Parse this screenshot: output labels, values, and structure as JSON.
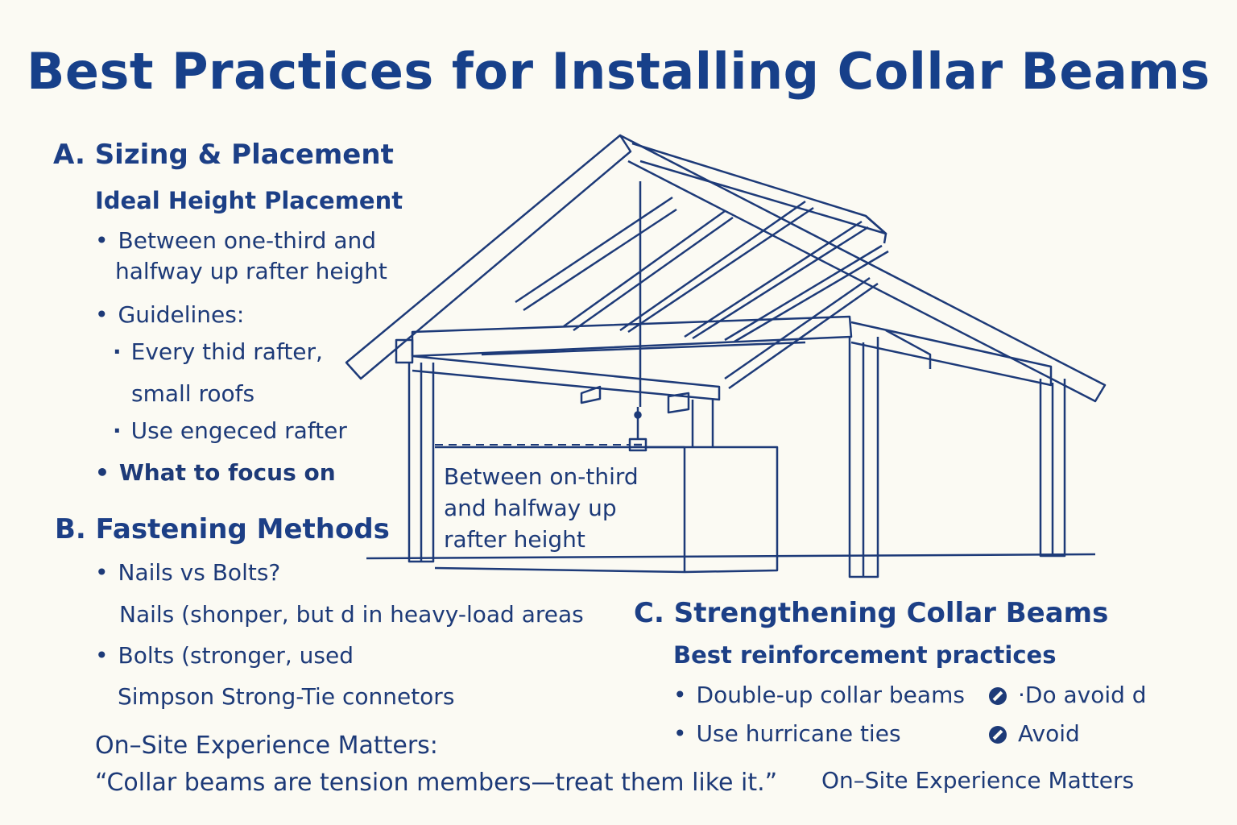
{
  "title": "Best Practices for Installing Collar Beams",
  "section_a": {
    "heading": "A. Sizing & Placement",
    "subheading": "Ideal Height Placement",
    "bullet1_line1": "Between one-third and",
    "bullet1_line2": "halfway up rafter height",
    "bullet2": "Guidelines:",
    "sub1_line1": "Every thid rafter,",
    "sub1_line2": "small roofs",
    "sub2": "Use engeced rafter",
    "bullet3": "What to focus on"
  },
  "diagram": {
    "label_line1": "Between on-third",
    "label_line2": "and halfway up",
    "label_line3": "rafter height"
  },
  "section_b": {
    "heading": "B. Fastening Methods",
    "bullet1": "Nails vs Bolts?",
    "line1": "Nails (shonper, but d in heavy-load areas",
    "bullet2": "Bolts (stronger, used",
    "line2": "Simpson Strong-Tie connetors"
  },
  "section_c": {
    "heading": "C. Strengthening Collar Beams",
    "subheading": "Best reinforcement practices",
    "bullet1": "Double-up collar beams",
    "bullet2": "Use hurricane ties",
    "avoid1": "·Do avoid d",
    "avoid2": "Avoid"
  },
  "experience": {
    "heading": "On–Site Experience Matters:",
    "quote": "“Collar beams are tension members—treat them like it.”",
    "footer": "On–Site Experience Matters"
  },
  "colors": {
    "ink": "#1d3a78",
    "background": "#fbfaf3"
  }
}
